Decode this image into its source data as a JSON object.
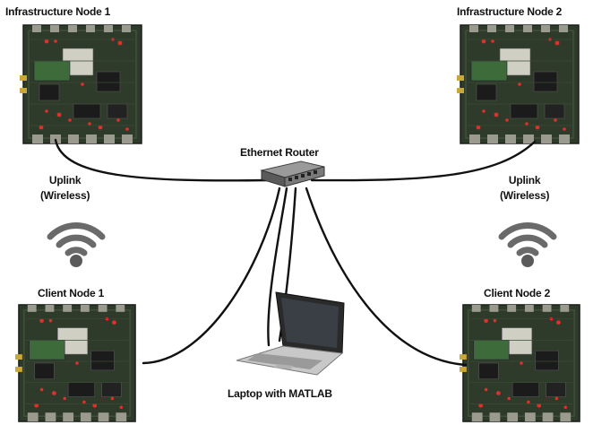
{
  "nodes": {
    "infra1": {
      "label": "Infrastructure Node 1"
    },
    "infra2": {
      "label": "Infrastructure Node 2"
    },
    "client1": {
      "label": "Client Node 1"
    },
    "client2": {
      "label": "Client Node 2"
    }
  },
  "router": {
    "label": "Ethernet Router"
  },
  "uplink_left": {
    "line1": "Uplink",
    "line2": "(Wireless)"
  },
  "uplink_right": {
    "line1": "Uplink",
    "line2": "(Wireless)"
  },
  "laptop": {
    "label": "Laptop with MATLAB"
  },
  "colors": {
    "pcb": "#2e3a2a",
    "led": "#e0302a",
    "cable": "#111111",
    "wifi": "#6a6a6a"
  }
}
